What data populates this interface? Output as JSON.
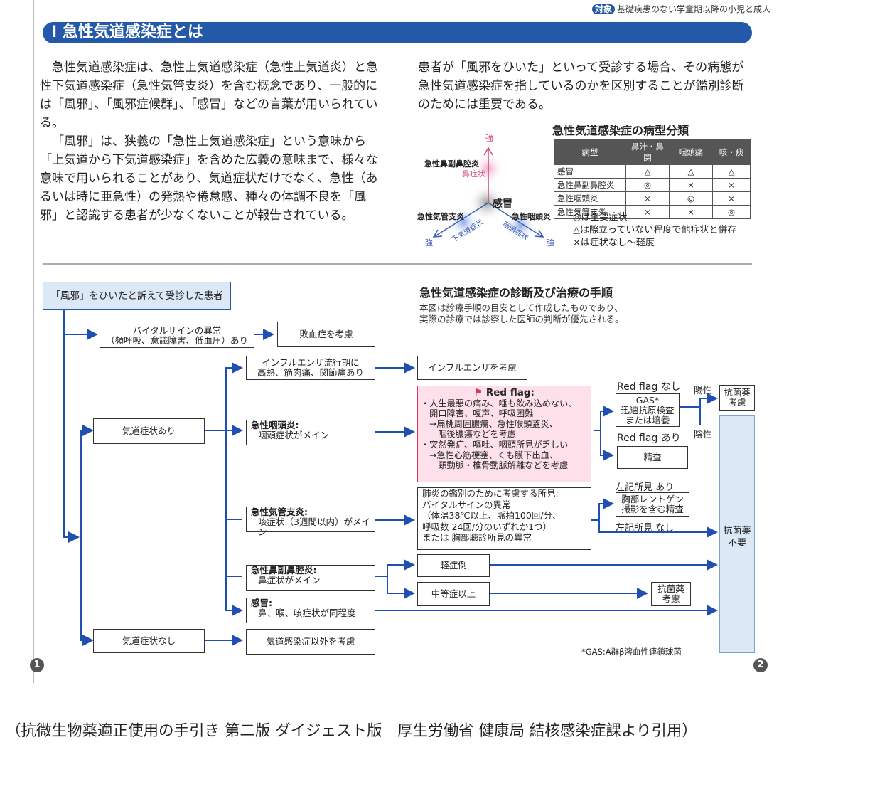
{
  "header": {
    "target_tag": "対象",
    "target_text": "基礎疾患のない学童期以降の小児と成人"
  },
  "banner": {
    "title": "Ⅰ 急性気道感染症とは"
  },
  "intro": {
    "left_para1": "急性気道感染症は、急性上気道感染症（急性上気道炎）と急性下気道感染症（急性気管支炎）を含む概念であり、一般的には「風邪」、「風邪症候群」、「感冒」などの言葉が用いられている。",
    "left_para2": "「風邪」は、狭義の「急性上気道感染症」という意味から「上気道から下気道感染症」を含めた広義の意味まで、様々な意味で用いられることがあり、気道症状だけでなく、急性（あるいは時に亜急性）の発熱や倦怠感、種々の体調不良を「風邪」と認識する患者が少なくないことが報告されている。",
    "right_para": "患者が「風邪をひいた」といって受診する場合、その病態が急性気道感染症を指しているのかを区別することが鑑別診断のためには重要である。"
  },
  "diagram": {
    "strong_top": "強",
    "strong_left": "強",
    "strong_right": "強",
    "label_sinus": "急性鼻副鼻腔炎",
    "label_nasal": "鼻症状",
    "label_center": "感冒",
    "label_bronch": "急性気管支炎",
    "label_pharyn": "急性咽頭炎",
    "axis_lower": "下気道症状",
    "axis_throat": "咽頭症状"
  },
  "classification": {
    "title": "急性気道感染症の病型分類",
    "headers": [
      "病型",
      "鼻汁・鼻閉",
      "咽頭痛",
      "咳・痰"
    ],
    "rows": [
      [
        "感冒",
        "△",
        "△",
        "△"
      ],
      [
        "急性鼻副鼻腔炎",
        "◎",
        "×",
        "×"
      ],
      [
        "急性咽頭炎",
        "×",
        "◎",
        "×"
      ],
      [
        "急性気管支炎",
        "×",
        "×",
        "◎"
      ]
    ],
    "notes": [
      "◎は主要症状",
      "△は際立っていない程度で他症状と併存",
      "×は症状なし～軽度"
    ]
  },
  "flow": {
    "title": "急性気道感染症の診断及び治療の手順",
    "subtitle1": "本図は診療手順の目安として作成したものであり、",
    "subtitle2": "実際の診療では診察した医師の判断が優先される。",
    "start": "「風邪」をひいたと訴えて受診した患者",
    "vital1": "バイタルサインの異常",
    "vital2": "（頻呼吸、意識障害、低血圧）あり",
    "sepsis": "敗血症を考慮",
    "flu1": "インフルエンザ流行期に",
    "flu2": "高熱、筋肉痛、関節痛あり",
    "flu_consider": "インフルエンザを考慮",
    "resp_yes": "気道症状あり",
    "resp_no": "気道症状なし",
    "other": "気道感染症以外を考慮",
    "pharyn_t": "急性咽頭炎:",
    "pharyn_s": "咽頭症状がメイン",
    "bronch_t": "急性気管支炎:",
    "bronch_s": "咳症状（3週間以内）がメイン",
    "sinus_t": "急性鼻副鼻腔炎:",
    "sinus_s": "鼻症状がメイン",
    "cold_t": "感冒:",
    "cold_s": "鼻、喉、咳症状が同程度",
    "redflag": {
      "head": "Red flag:",
      "lines": [
        "・人生最悪の痛み、唾も飲み込めない、",
        "　開口障害、嗄声、呼吸困難",
        "　→扁桃周囲膿瘍、急性喉頭蓋炎、",
        "　　咽後膿瘍などを考慮",
        "・突然発症、嘔吐、咽頭所見が乏しい",
        "　→急性心筋梗塞、くも膜下出血、",
        "　　頸動脈・椎骨動脈解離などを考慮"
      ]
    },
    "rf_none": "Red flag なし",
    "rf_yes": "Red flag あり",
    "gas1": "GAS*",
    "gas2": "迅速抗原検査",
    "gas3": "または培養",
    "positive": "陽性",
    "negative": "陰性",
    "abx1": "抗菌薬",
    "abx2": "考慮",
    "detail": "精査",
    "pneu": [
      "肺炎の鑑別のために考慮する所見:",
      "バイタルサインの異常",
      "（体温38℃以上、脈拍100回/分、",
      "呼吸数 24回/分のいずれか1つ）",
      "または 胸部聴診所見の異常"
    ],
    "find_yes": "左記所見 あり",
    "find_no": "左記所見 なし",
    "xray1": "胸部レントゲン",
    "xray2": "撮影を含む精査",
    "mild": "軽症例",
    "moderate": "中等症以上",
    "no_abx1": "抗菌薬",
    "no_abx2": "不要",
    "footnote": "*GAS:A群β溶血性連鎖球菌",
    "page_left": "1",
    "page_right": "2"
  },
  "credit": "（抗微生物薬適正使用の手引き 第二版 ダイジェスト版　厚生労働省 健康局 結核感染症課より引用）"
}
